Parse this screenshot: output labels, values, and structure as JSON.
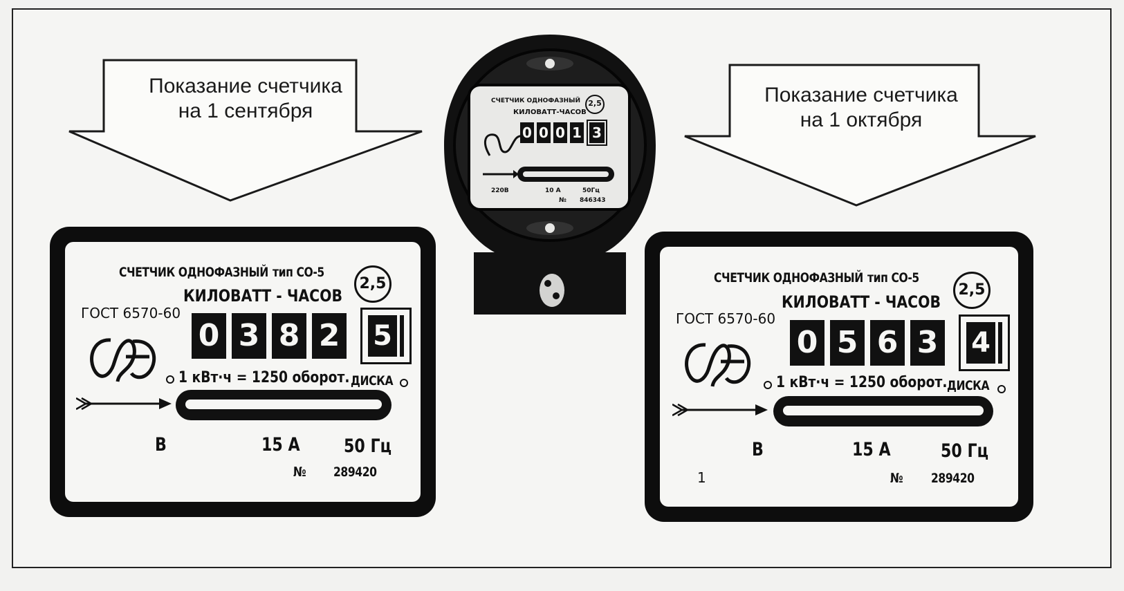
{
  "arrows": {
    "left_label": [
      "Показание счетчика",
      "на 1 сентября"
    ],
    "right_label": [
      "Показание счетчика",
      "на 1 октября"
    ]
  },
  "meter_common": {
    "header_line": "СЧЕТЧИК ОДНОФАЗНЫЙ",
    "type_label": "тип СО-5",
    "subtitle": "КИЛОВАТТ - ЧАСОВ",
    "gost": "ГОСТ 6570-60",
    "accuracy_class": "2,5",
    "ratio": "1 кВт·ч = 1250 оборот.",
    "disk_label": "ДИСКА",
    "voltage": "В",
    "current": "15 А",
    "frequency": "50 Гц",
    "number_label": "№",
    "serial": "289420"
  },
  "meter_left": {
    "digits": [
      "0",
      "3",
      "8",
      "2"
    ],
    "last_digit": "5"
  },
  "meter_right": {
    "digits": [
      "0",
      "5",
      "6",
      "3"
    ],
    "last_digit": "4",
    "corner_mark": "1"
  },
  "meter_center": {
    "header_line": "СЧЕТЧИК ОДНОФАЗНЫЙ",
    "subtitle": "КИЛОВАТТ-ЧАСОВ",
    "accuracy_class": "2,5",
    "digits": [
      "0",
      "0",
      "0",
      "1"
    ],
    "last_digit": "3",
    "voltage": "220В",
    "current": "10 А",
    "frequency": "50Гц",
    "number_label": "№",
    "serial": "846343"
  }
}
